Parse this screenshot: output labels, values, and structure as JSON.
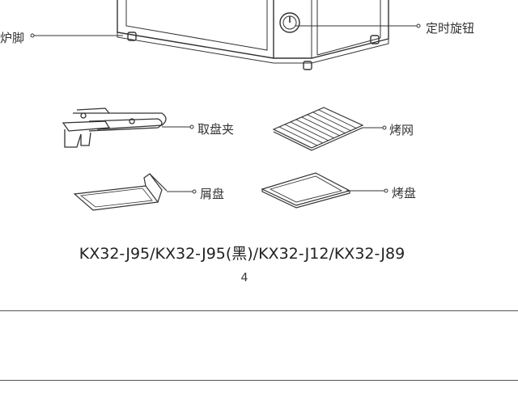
{
  "labels": {
    "foot": "炉脚",
    "timer_knob": "定时旋钮",
    "tray_handle": "取盘夹",
    "grill_rack": "烤网",
    "crumb_tray": "屑盘",
    "baking_tray": "烤盘"
  },
  "model_caption": "KX32-J95/KX32-J95(黑)/KX32-J12/KX32-J89",
  "page_number": "4"
}
